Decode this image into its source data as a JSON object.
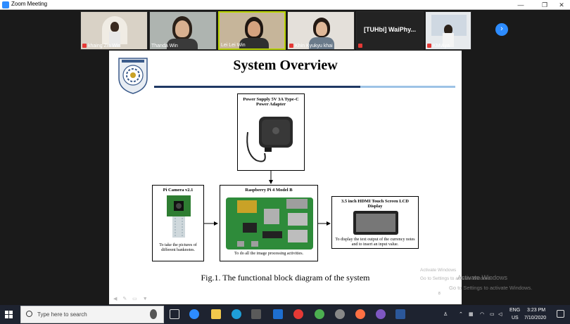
{
  "window": {
    "title": "Zoom Meeting"
  },
  "participants": [
    {
      "name": "khaing Zin Win",
      "muted": true
    },
    {
      "name": "Thanda Win",
      "muted": false
    },
    {
      "name": "Lei Lei Win",
      "muted": false
    },
    {
      "name": "Khin Kyukyu khai",
      "muted": true
    },
    {
      "name": "WaiPhy...",
      "header": "[TUHbi]",
      "muted": true
    },
    {
      "name": "KMiAya",
      "muted": true
    }
  ],
  "slide": {
    "title": "System Overview",
    "blocks": {
      "power": {
        "title": "Power Supply 5V 3A Type-C Power Adapter"
      },
      "camera": {
        "title": "Pi Camera v2.1",
        "desc": "To take the pictures of different banknotes."
      },
      "pi": {
        "title": "Raspberry Pi 4 Model B",
        "desc": "To do all the image processing activities."
      },
      "display": {
        "title": "3.5 inch HDMI Touch Screen LCD Display",
        "desc": "To display the text output of the currency notes and to insert an input value."
      }
    },
    "caption": "Fig.1. The functional block diagram of the system",
    "page_number": "8"
  },
  "watermark": {
    "line1": "Activate Windows",
    "line2": "Go to Settings to activate Windows."
  },
  "taskbar": {
    "search_placeholder": "Type here to search",
    "lang1": "ENG",
    "lang2": "US",
    "time": "3:23 PM",
    "date": "7/10/2020"
  },
  "colors": {
    "zoom_blue": "#2d8cff",
    "title_rule": "#1f3864",
    "taskbar": "#1e2330"
  }
}
